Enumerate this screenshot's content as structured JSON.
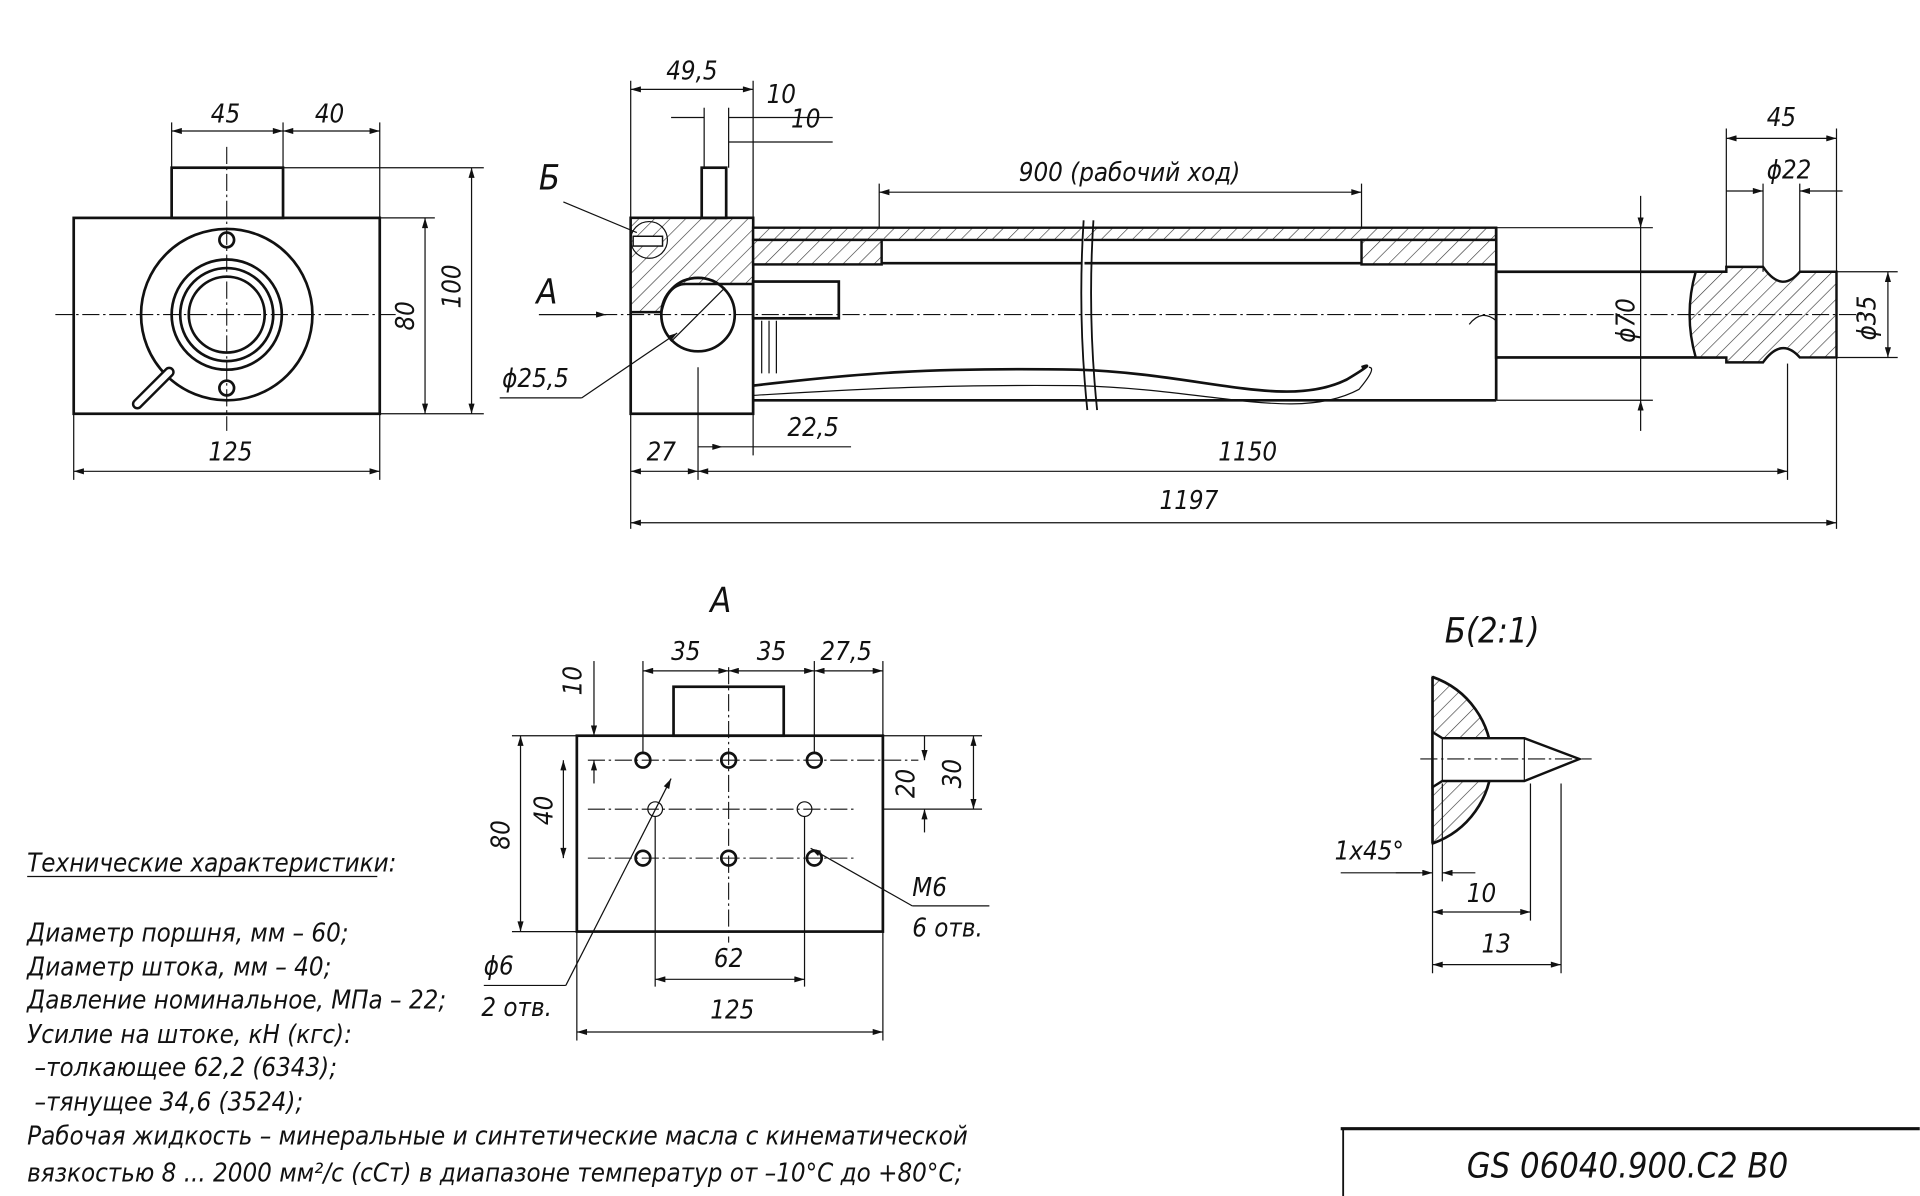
{
  "side_view": {
    "dims": {
      "d45": "45",
      "d40": "40",
      "d100": "100",
      "d80": "80",
      "d125": "125"
    }
  },
  "main_view": {
    "label_b": "Б",
    "label_a": "A",
    "dims": {
      "d49_5": "49,5",
      "d10a": "10",
      "d10b": "10",
      "stroke": "900 (рабочий ход)",
      "d45": "45",
      "phi22": "ϕ22",
      "phi70": "ϕ70",
      "phi35": "ϕ35",
      "phi25_5": "ϕ25,5",
      "d27": "27",
      "d22_5": "22,5",
      "d1150": "1150",
      "d1197": "1197"
    }
  },
  "view_a": {
    "title": "A",
    "dims": {
      "d35a": "35",
      "d35b": "35",
      "d27_5": "27,5",
      "d10": "10",
      "d80": "80",
      "d40": "40",
      "d20": "20",
      "d30": "30",
      "d62": "62",
      "d125": "125",
      "phi6": "ϕ6",
      "holes2": "2 отв.",
      "m6": "M6",
      "holes6": "6 отв."
    }
  },
  "detail_b": {
    "title": "Б(2:1)",
    "dims": {
      "chamfer": "1x45°",
      "d10": "10",
      "d13": "13"
    }
  },
  "specs": {
    "heading": "Технические характеристики:",
    "lines": [
      "Диаметр поршня, мм – 60;",
      "Диаметр штока, мм – 40;",
      "Давление номинальное, МПа – 22;",
      "Усилие на штоке, кН (кгс):",
      " –толкающее 62,2 (6343);",
      " –тянущее 34,6 (3524);",
      "Рабочая жидкость – минеральные и синтетические масла с кинематической",
      "вязкостью 8 ... 2000 мм²/с (сСт) в диапазоне температур от –10°С до +80°С;"
    ]
  },
  "title_block": {
    "designation": "GS 06040.900.C2 B0"
  }
}
